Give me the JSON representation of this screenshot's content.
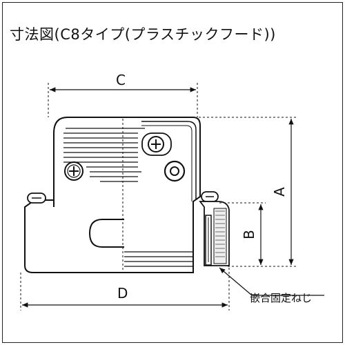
{
  "title": "寸法図(C8タイプ(プラスチックフード))",
  "dimensions": {
    "a": "A",
    "b": "B",
    "c": "C",
    "d": "D"
  },
  "callout": "嵌合固定ねじ"
}
